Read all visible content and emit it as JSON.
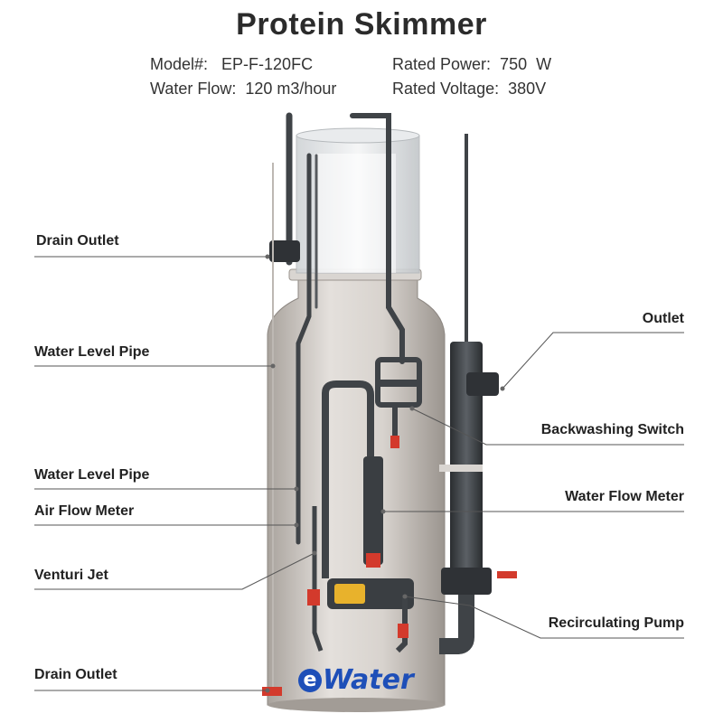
{
  "title": "Protein Skimmer",
  "specs": {
    "model": "Model#:   EP-F-120FC",
    "power": "Rated Power:  750  W",
    "flow": "Water Flow:  120 m3/hour",
    "voltage": "Rated Voltage:  380V"
  },
  "callouts": {
    "drain_outlet_top": "Drain Outlet",
    "water_level_pipe_1": "Water Level Pipe",
    "water_level_pipe_2": "Water Level Pipe",
    "air_flow_meter": "Air Flow Meter",
    "venturi_jet": "Venturi Jet",
    "drain_outlet_bottom": "Drain Outlet",
    "outlet": "Outlet",
    "backwashing_switch": "Backwashing Switch",
    "water_flow_meter": "Water Flow Meter",
    "recirculating_pump": "Recirculating Pump"
  },
  "brand": {
    "e": "e",
    "rest": "Water"
  },
  "colors": {
    "body": "#c9c4bf",
    "pipe": "#3f4347",
    "valve": "#d33a2c",
    "pump_accent": "#e8b22c",
    "brand": "#1e4fb8",
    "leader": "#555555"
  }
}
